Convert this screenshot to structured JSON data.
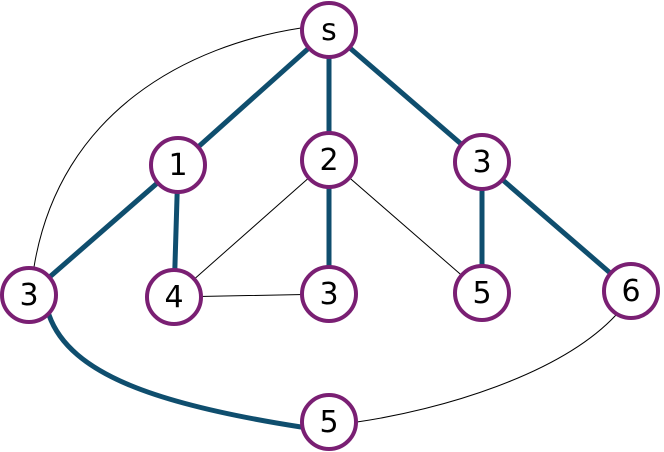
{
  "colors": {
    "node_stroke": "#7a1f73",
    "tree_edge": "#0f4e6e",
    "plain_edge": "#000000",
    "node_fill": "#ffffff"
  },
  "nodes": [
    {
      "id": "s",
      "label": "s"
    },
    {
      "id": "a1",
      "label": "1"
    },
    {
      "id": "a2",
      "label": "2"
    },
    {
      "id": "a3",
      "label": "3"
    },
    {
      "id": "l3",
      "label": "3"
    },
    {
      "id": "n4",
      "label": "4"
    },
    {
      "id": "m3",
      "label": "3"
    },
    {
      "id": "m5",
      "label": "5"
    },
    {
      "id": "r6",
      "label": "6"
    },
    {
      "id": "b5",
      "label": "5"
    }
  ],
  "edges": [
    {
      "from": "s",
      "to": "a1",
      "tree": true
    },
    {
      "from": "s",
      "to": "a2",
      "tree": true
    },
    {
      "from": "s",
      "to": "a3",
      "tree": true
    },
    {
      "from": "a1",
      "to": "l3",
      "tree": true
    },
    {
      "from": "a1",
      "to": "n4",
      "tree": true
    },
    {
      "from": "a2",
      "to": "m3",
      "tree": true
    },
    {
      "from": "a3",
      "to": "m5",
      "tree": true
    },
    {
      "from": "a3",
      "to": "r6",
      "tree": true
    },
    {
      "from": "l3",
      "to": "b5",
      "tree": true
    },
    {
      "from": "s",
      "to": "l3",
      "tree": false
    },
    {
      "from": "a2",
      "to": "n4",
      "tree": false
    },
    {
      "from": "a2",
      "to": "m5",
      "tree": false
    },
    {
      "from": "n4",
      "to": "m3",
      "tree": false
    },
    {
      "from": "r6",
      "to": "b5",
      "tree": false
    }
  ]
}
